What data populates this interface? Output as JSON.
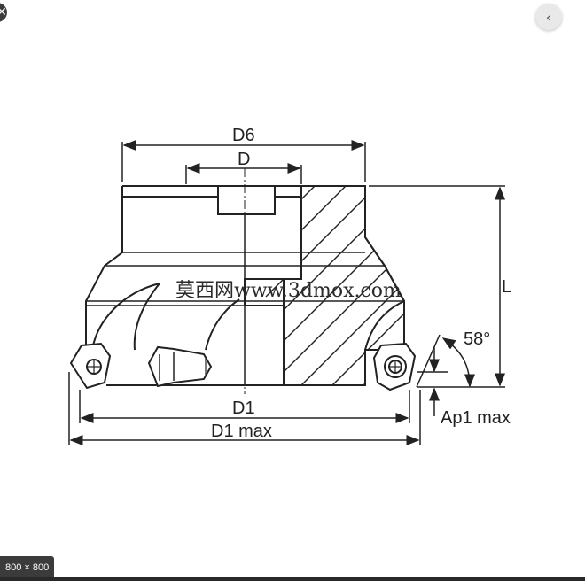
{
  "viewer": {
    "size_badge": "800 × 800",
    "back_icon": "chevron-left-icon",
    "close_icon": "close-icon"
  },
  "drawing": {
    "labels": {
      "d6": "D6",
      "d": "D",
      "l": "L",
      "angle": "58°",
      "d1": "D1",
      "d1max": "D1 max",
      "ap1max": "Ap1 max"
    },
    "watermark": "莫西网www.3dmox.com"
  }
}
